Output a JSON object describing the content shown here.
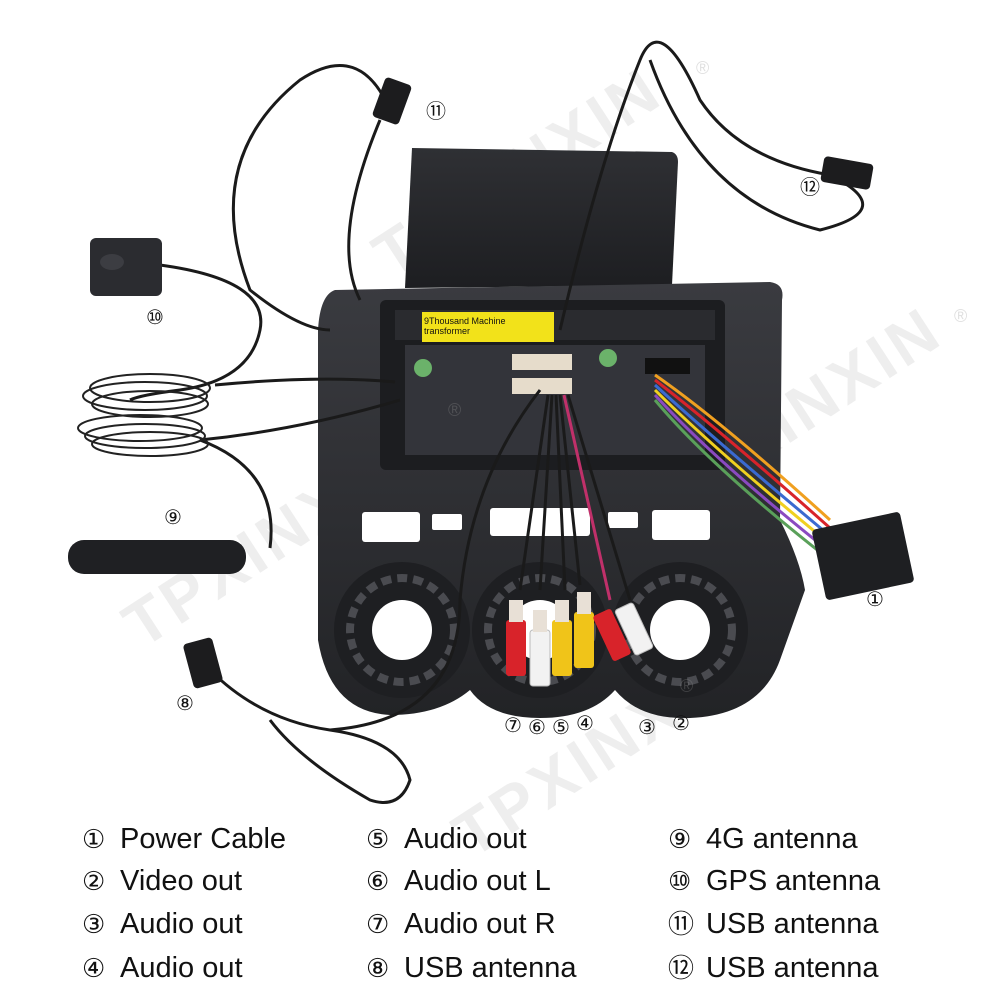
{
  "watermark": "TPXINXIN",
  "registered_mark": "®",
  "unit_sticker": {
    "line1": "9Thousand Machine transformer",
    "line2": ""
  },
  "callouts": {
    "c1": "①",
    "c2": "②",
    "c3": "③",
    "c4": "④",
    "c5": "⑤",
    "c6": "⑥",
    "c7": "⑦",
    "c8": "⑧",
    "c9": "⑨",
    "c10": "⑩",
    "c11": "⑪",
    "c12": "⑫"
  },
  "legend": [
    {
      "num": "①",
      "label": "Power Cable"
    },
    {
      "num": "②",
      "label": "Video out"
    },
    {
      "num": "③",
      "label": "Audio out"
    },
    {
      "num": "④",
      "label": "Audio out"
    },
    {
      "num": "⑤",
      "label": "Audio out"
    },
    {
      "num": "⑥",
      "label": "Audio out L"
    },
    {
      "num": "⑦",
      "label": "Audio out R"
    },
    {
      "num": "⑧",
      "label": "USB antenna"
    },
    {
      "num": "⑨",
      "label": "4G antenna"
    },
    {
      "num": "⑩",
      "label": "GPS antenna"
    },
    {
      "num": "⑪",
      "label": "USB antenna"
    },
    {
      "num": "⑫",
      "label": "USB antenna"
    }
  ],
  "colors": {
    "frame": "#2a2b2e",
    "frame_light": "#3a3b3f",
    "sticker": "#f2e21a",
    "rca_red": "#d8232a",
    "rca_white": "#f2f2f2",
    "rca_yellow": "#f0c419",
    "cable": "#1a1a1a"
  }
}
